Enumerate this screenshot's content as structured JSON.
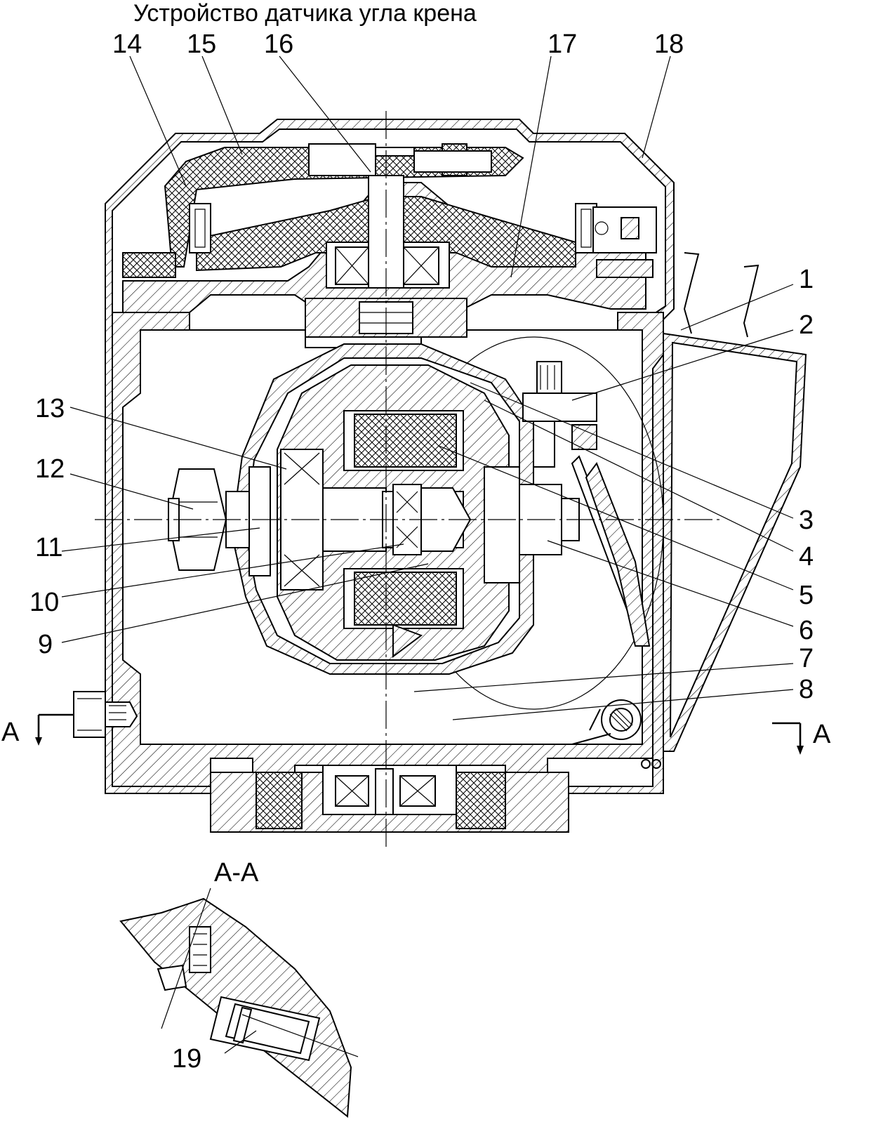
{
  "title": "Устройство датчика угла крена",
  "labels": {
    "top": [
      "14",
      "15",
      "16",
      "17",
      "18"
    ],
    "right": [
      "1",
      "2",
      "3",
      "4",
      "5",
      "6",
      "7",
      "8"
    ],
    "left": [
      "13",
      "12",
      "11",
      "10",
      "9"
    ],
    "bottom": "19"
  },
  "section": {
    "marker_left": "А",
    "marker_right": "А",
    "title": "А-А"
  }
}
